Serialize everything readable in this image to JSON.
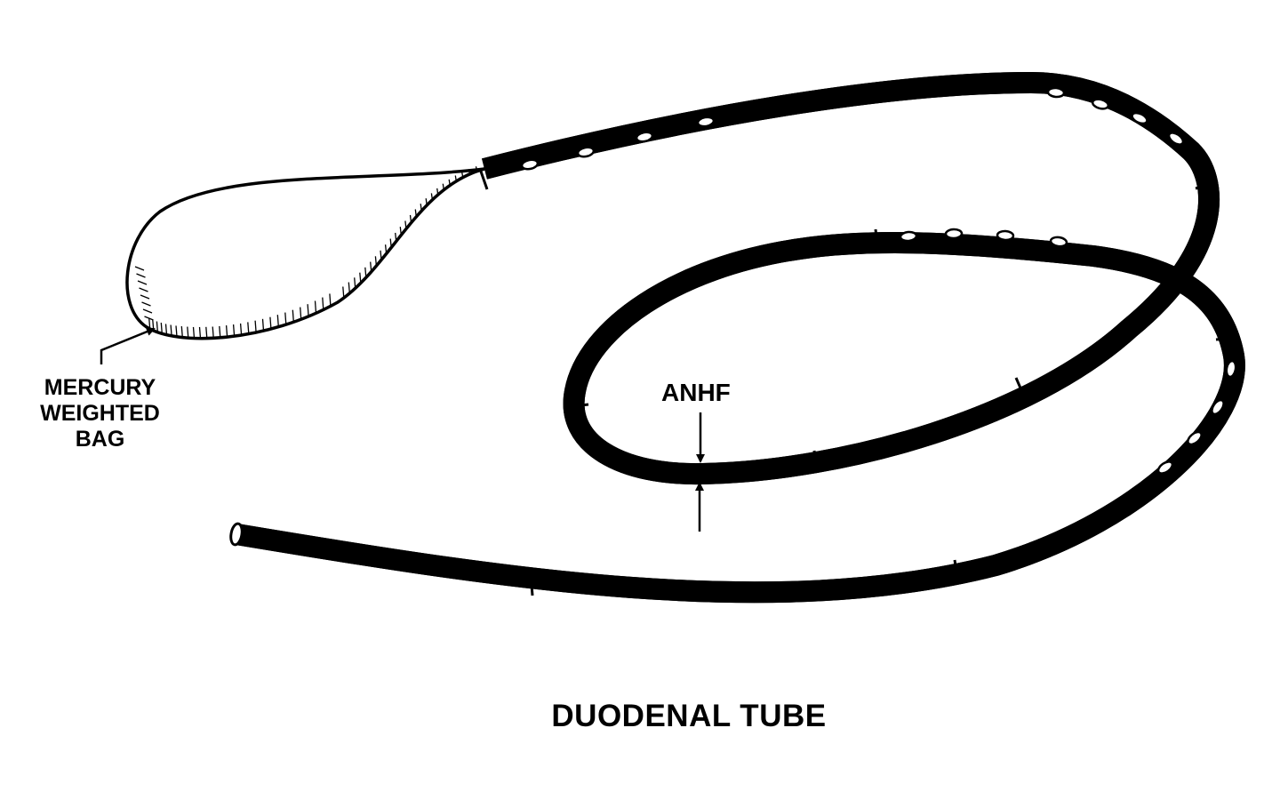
{
  "diagram": {
    "title": "DUODENAL TUBE",
    "callouts": {
      "bag_lines": [
        "MERCURY",
        "WEIGHTED",
        "BAG"
      ],
      "dimension": "ANHF"
    }
  }
}
